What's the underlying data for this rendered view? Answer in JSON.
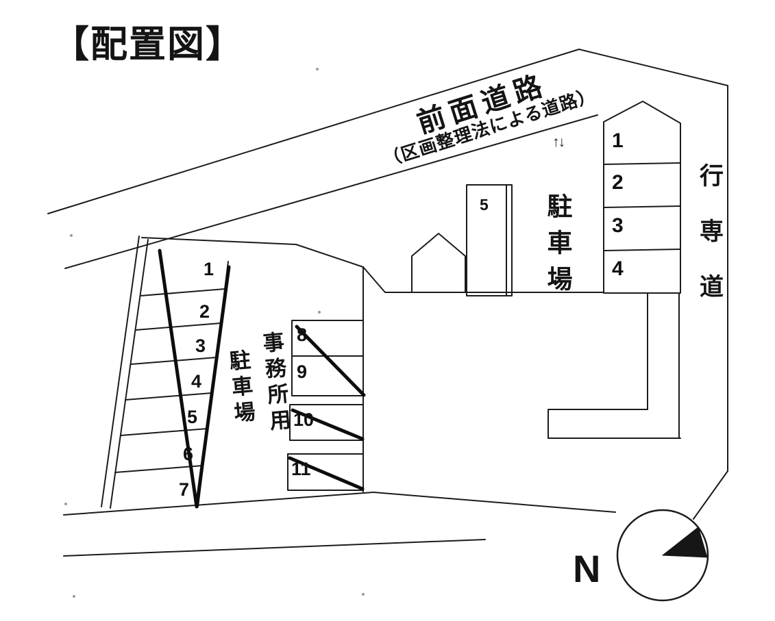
{
  "title": "【配置図】",
  "front_road": {
    "name": "前面道路",
    "subname": "（区画整理法による道路）"
  },
  "side_road": {
    "label": "行専道"
  },
  "guest_parking": {
    "label": "駐車場",
    "arrows": "↑↓",
    "spaces": [
      "1",
      "2",
      "3",
      "4"
    ],
    "space5": "5"
  },
  "office_parking": {
    "label_col1": "事務所用",
    "label_col2": "駐車場",
    "row_spaces": [
      "1",
      "2",
      "3",
      "4",
      "5",
      "6",
      "7"
    ],
    "bay_spaces": [
      "8",
      "9",
      "10",
      "11"
    ]
  },
  "compass": {
    "north": "N"
  },
  "colors": {
    "ink": "#1b1b1b",
    "paper": "#ffffff"
  }
}
